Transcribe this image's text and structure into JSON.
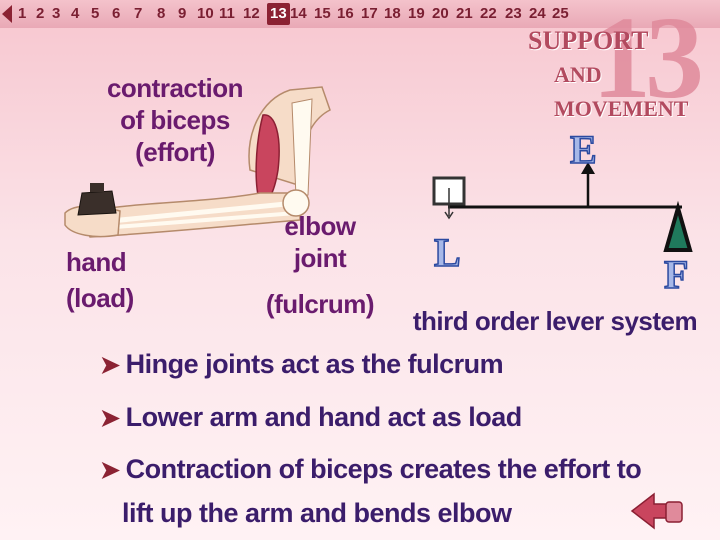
{
  "nav": {
    "slides": [
      "1",
      "2",
      "3",
      "4",
      "5",
      "6",
      "7",
      "8",
      "9",
      "10",
      "11",
      "12",
      "13",
      "14",
      "15",
      "16",
      "17",
      "18",
      "19",
      "20",
      "21",
      "22",
      "23",
      "24",
      "25"
    ],
    "active": "13"
  },
  "chapter": {
    "number": "13",
    "title_line1": "SUPPORT",
    "title_line2": "AND MOVEMENT"
  },
  "diagram": {
    "label_contraction": [
      "contraction",
      "of biceps",
      "(effort)"
    ],
    "label_hand": [
      "hand",
      "(load)"
    ],
    "label_elbow": [
      "elbow",
      "joint"
    ],
    "label_fulcrum": "(fulcrum)",
    "lever_caption": "third order lever system",
    "letter_e": "E",
    "letter_l": "L",
    "letter_f": "F"
  },
  "bullets": [
    "Hinge joints act as the fulcrum",
    "Lower arm and hand act as load",
    "Contraction of biceps creates the effort to",
    "lift up the arm and bends elbow"
  ]
}
